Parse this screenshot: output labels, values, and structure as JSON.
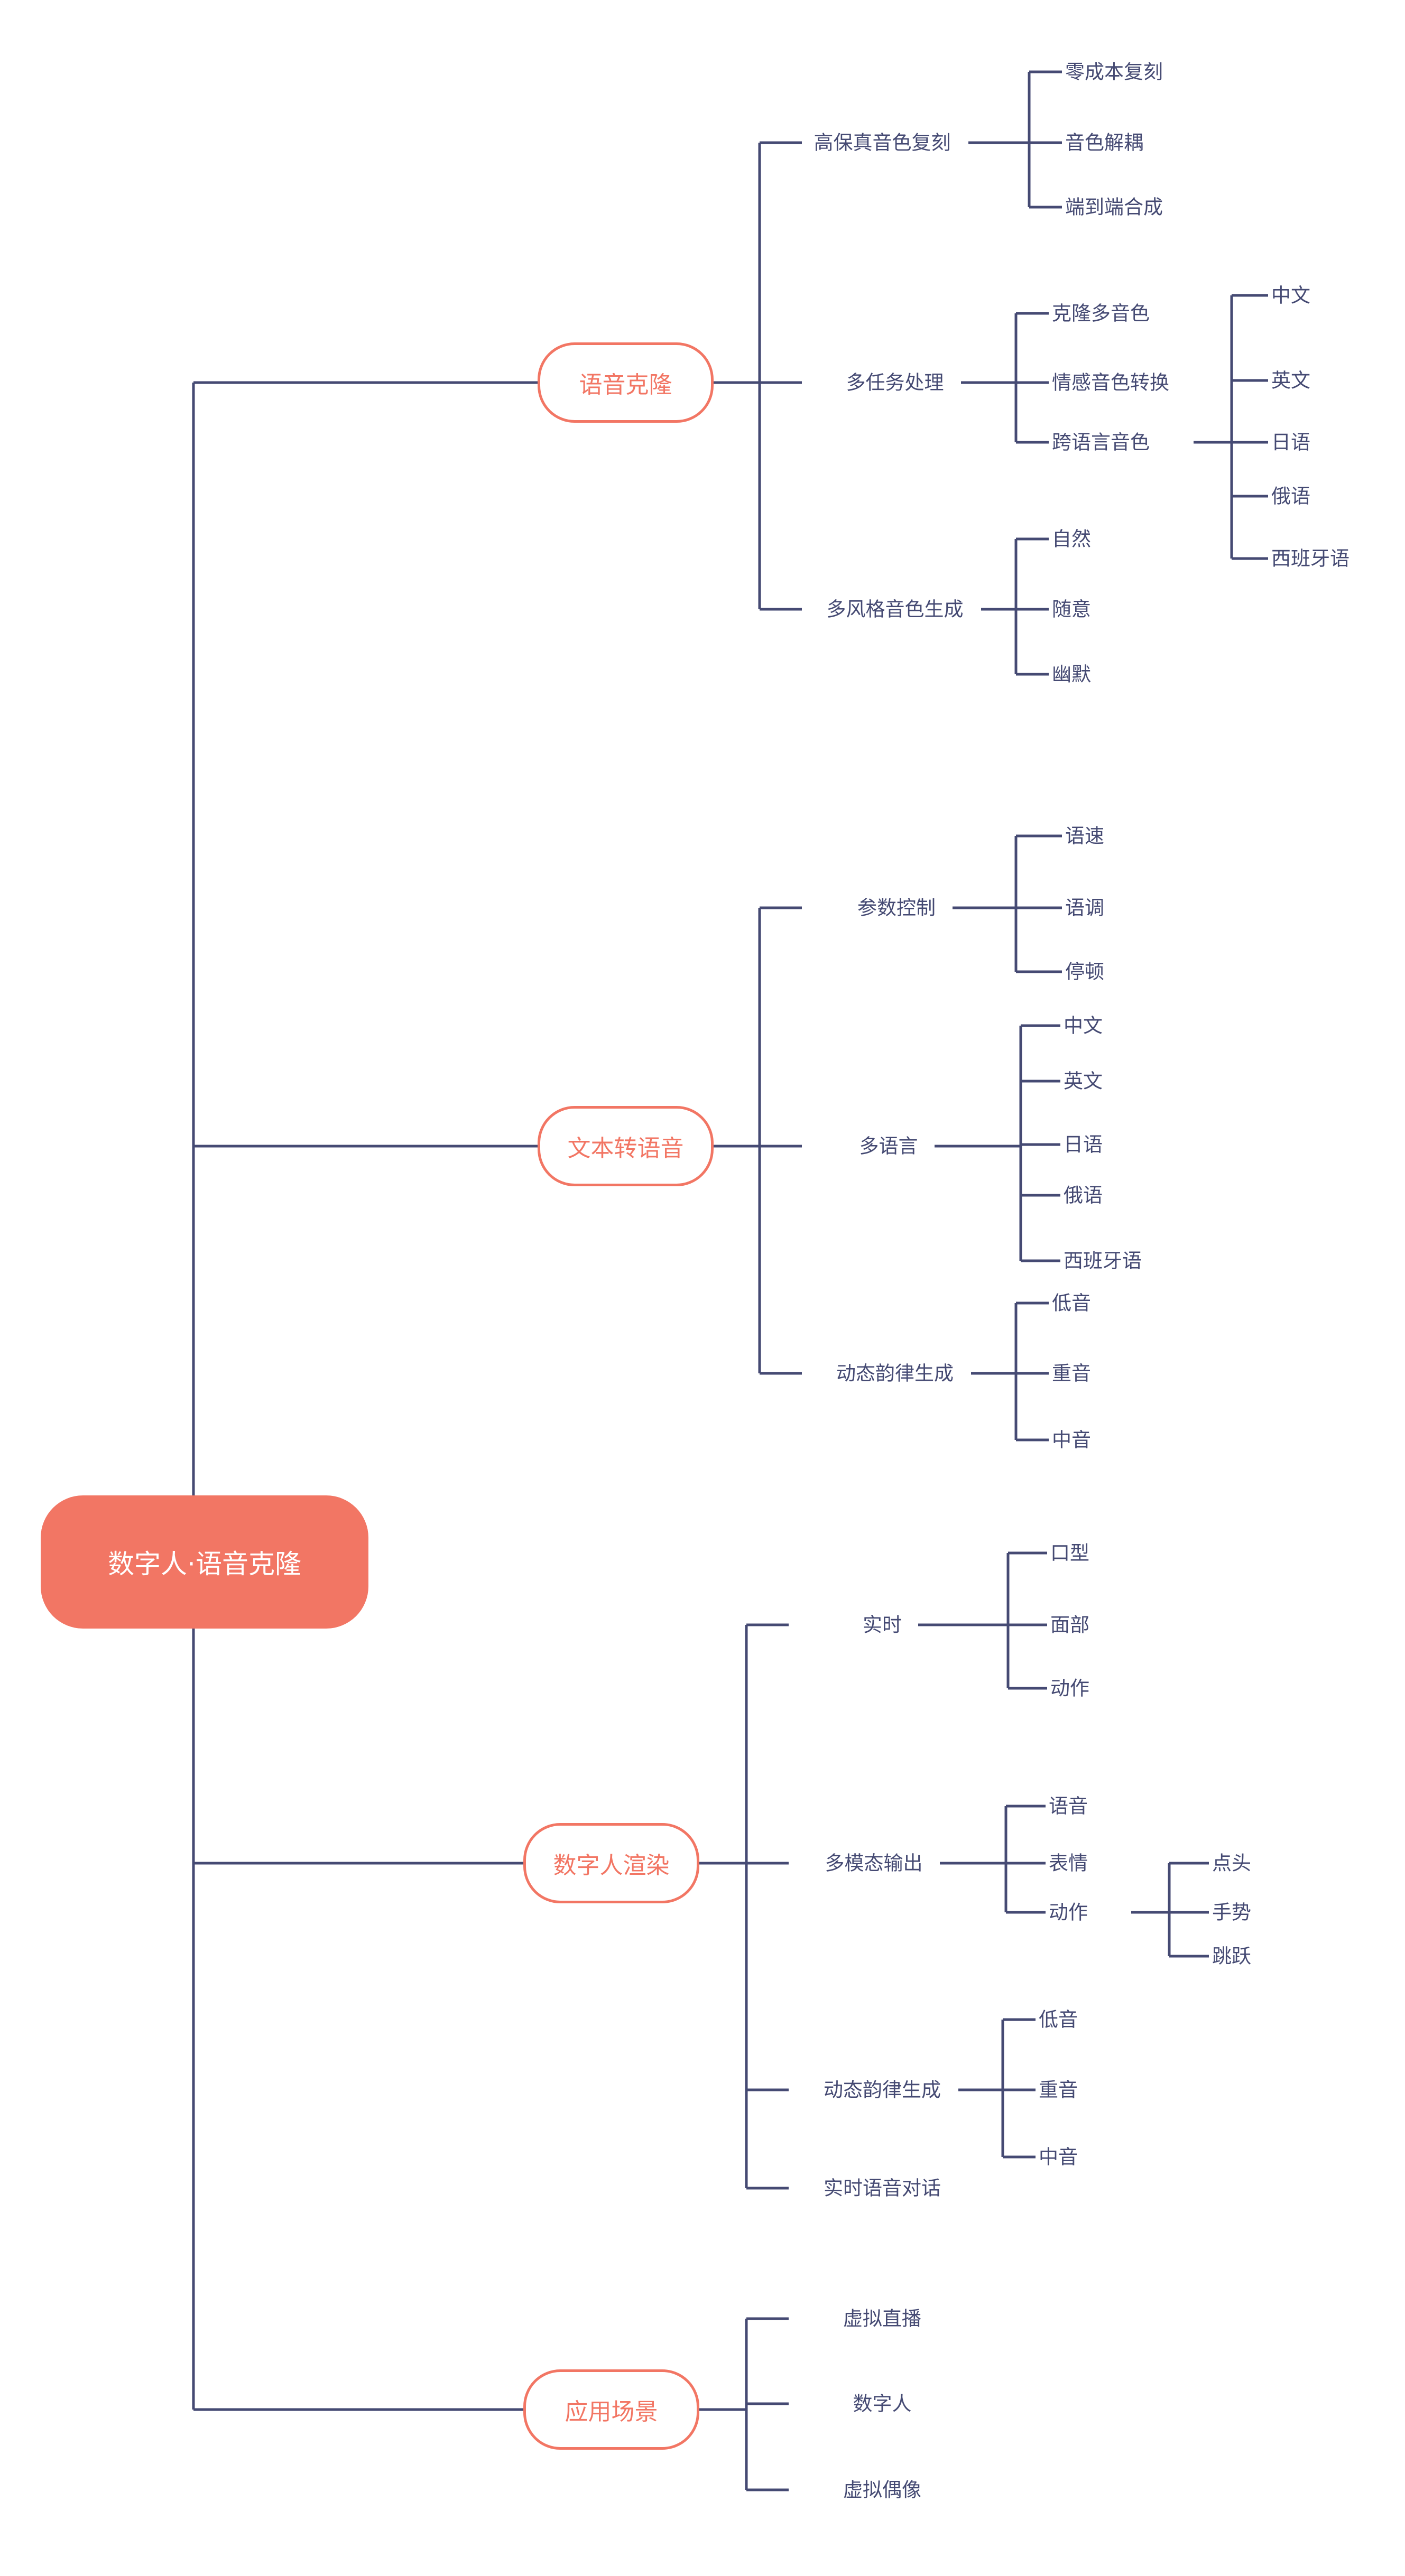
{
  "colors": {
    "accent": "#f27664",
    "line": "#454a73",
    "text": "#454a73",
    "background": "#ffffff"
  },
  "root": {
    "label": "数字人·语音克隆"
  },
  "branches": [
    {
      "label": "语音克隆",
      "children": [
        {
          "label": "高保真音色复刻",
          "children": [
            {
              "label": "零成本复刻"
            },
            {
              "label": "音色解耦"
            },
            {
              "label": "端到端合成"
            }
          ]
        },
        {
          "label": "多任务处理",
          "children": [
            {
              "label": "克隆多音色"
            },
            {
              "label": "情感音色转换"
            },
            {
              "label": "跨语言音色",
              "children": [
                {
                  "label": "中文"
                },
                {
                  "label": "英文"
                },
                {
                  "label": "日语"
                },
                {
                  "label": "俄语"
                },
                {
                  "label": "西班牙语"
                }
              ]
            }
          ]
        },
        {
          "label": "多风格音色生成",
          "children": [
            {
              "label": "自然"
            },
            {
              "label": "随意"
            },
            {
              "label": "幽默"
            }
          ]
        }
      ]
    },
    {
      "label": "文本转语音",
      "children": [
        {
          "label": "参数控制",
          "children": [
            {
              "label": "语速"
            },
            {
              "label": "语调"
            },
            {
              "label": "停顿"
            }
          ]
        },
        {
          "label": "多语言",
          "children": [
            {
              "label": "中文"
            },
            {
              "label": "英文"
            },
            {
              "label": "日语"
            },
            {
              "label": "俄语"
            },
            {
              "label": "西班牙语"
            }
          ]
        },
        {
          "label": "动态韵律生成",
          "children": [
            {
              "label": "低音"
            },
            {
              "label": "重音"
            },
            {
              "label": "中音"
            }
          ]
        }
      ]
    },
    {
      "label": "数字人渲染",
      "children": [
        {
          "label": "实时",
          "children": [
            {
              "label": "口型"
            },
            {
              "label": "面部"
            },
            {
              "label": "动作"
            }
          ]
        },
        {
          "label": "多模态输出",
          "children": [
            {
              "label": "语音"
            },
            {
              "label": "表情"
            },
            {
              "label": "动作",
              "children": [
                {
                  "label": "点头"
                },
                {
                  "label": "手势"
                },
                {
                  "label": "跳跃"
                }
              ]
            }
          ]
        },
        {
          "label": "动态韵律生成",
          "children": [
            {
              "label": "低音"
            },
            {
              "label": "重音"
            },
            {
              "label": "中音"
            }
          ]
        },
        {
          "label": "实时语音对话"
        }
      ]
    },
    {
      "label": "应用场景",
      "children": [
        {
          "label": "虚拟直播"
        },
        {
          "label": "数字人"
        },
        {
          "label": "虚拟偶像"
        }
      ]
    }
  ]
}
